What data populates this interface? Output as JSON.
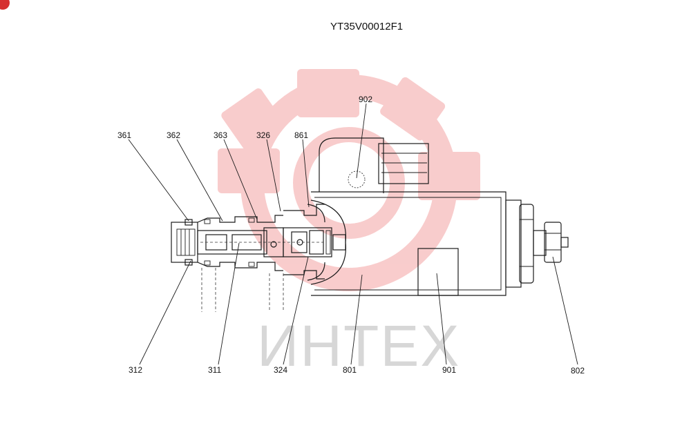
{
  "title": "YT35V00012F1",
  "watermark": "ИНТЕХ",
  "watermark_color": "#f4a3a3",
  "parts": {
    "p361": "361",
    "p362": "362",
    "p363": "363",
    "p326": "326",
    "p861": "861",
    "p902": "902",
    "p312": "312",
    "p311": "311",
    "p324": "324",
    "p801": "801",
    "p901": "901",
    "p802": "802"
  }
}
